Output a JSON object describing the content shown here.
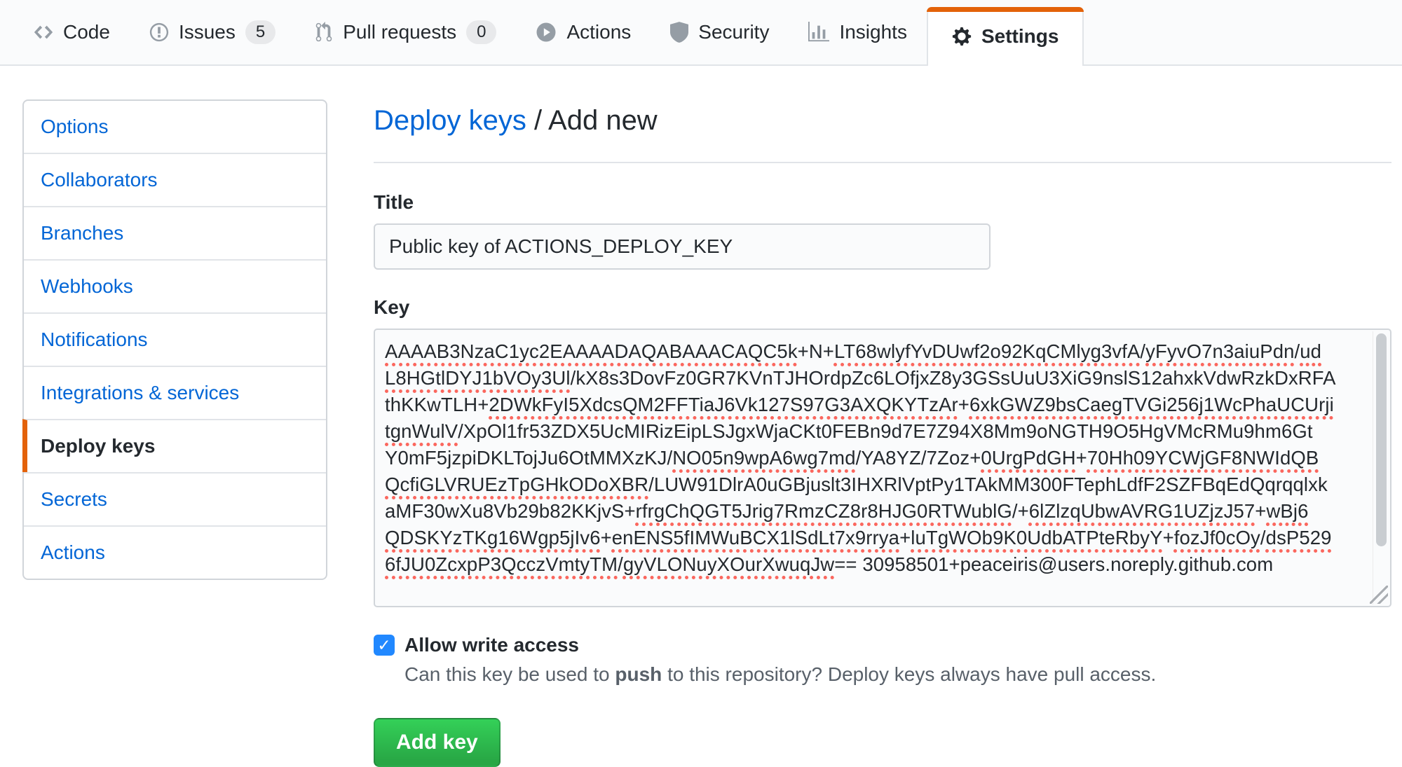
{
  "colors": {
    "accent_orange": "#e36209",
    "link_blue": "#0366d6",
    "button_green": "#28a745",
    "checkbox_blue": "#2188ff",
    "spellcheck_red": "#fb574d"
  },
  "nav": {
    "tabs": [
      {
        "label": "Code",
        "icon": "code-icon",
        "badge": null,
        "active": false
      },
      {
        "label": "Issues",
        "icon": "issue-icon",
        "badge": "5",
        "active": false
      },
      {
        "label": "Pull requests",
        "icon": "pull-request-icon",
        "badge": "0",
        "active": false
      },
      {
        "label": "Actions",
        "icon": "play-icon",
        "badge": null,
        "active": false
      },
      {
        "label": "Security",
        "icon": "shield-icon",
        "badge": null,
        "active": false
      },
      {
        "label": "Insights",
        "icon": "graph-icon",
        "badge": null,
        "active": false
      },
      {
        "label": "Settings",
        "icon": "gear-icon",
        "badge": null,
        "active": true
      }
    ]
  },
  "sidebar": {
    "items": [
      {
        "label": "Options",
        "active": false
      },
      {
        "label": "Collaborators",
        "active": false
      },
      {
        "label": "Branches",
        "active": false
      },
      {
        "label": "Webhooks",
        "active": false
      },
      {
        "label": "Notifications",
        "active": false
      },
      {
        "label": "Integrations & services",
        "active": false
      },
      {
        "label": "Deploy keys",
        "active": true
      },
      {
        "label": "Secrets",
        "active": false
      },
      {
        "label": "Actions",
        "active": false
      }
    ]
  },
  "main": {
    "breadcrumb": {
      "link": "Deploy keys",
      "separator": "/",
      "current": "Add new"
    },
    "form": {
      "title_label": "Title",
      "title_value": "Public key of ACTIONS_DEPLOY_KEY",
      "key_label": "Key",
      "key_value": "AAAAB3NzaC1yc2EAAAADAQABAAACAQC5k+N+LT68wlyfYvDUwf2o92KqCMlyg3vfA/yFyvO7n3aiuPdn/udL8HGtlDYJ1bVOy3Ul/kX8s3DovFz0GR7KVnTJHOrdpZc6LOfjxZ8y3GSsUuU3XiG9nslS12ahxkVdwRzkDxRFAthKKwTLH+2DWkFyI5XdcsQM2FFTiaJ6Vk127S97G3AXQKYTzAr+6xkGWZ9bsCaegTVGi256j1WcPhaUCUrjitgnWulV/XpOl1fr53ZDX5UcMIRizEipLSJgxWjaCKt0FEBn9d7E7Z94X8Mm9oNGTH9O5HgVMcRMu9hm6GtY0mF5jzpiDKLTojJu6OtMMXzKJ/NO05n9wpA6wg7md/YA8YZ/7Zoz+0UrgPdGH+70Hh09YCWjGF8NWIdQBQcfiGLVRUEzTpGHkODoXBR/LUW91DlrA0uGBjuslt3IHXRlVptPy1TAkMM300FTephLdfF2SZFBqEdQqrqqlxkaMF30wXu8Vb29b82KKjvS+rfrgChQGT5Jrig7RmzCZ8r8HJG0RTWublG/+6lZlzqUbwAVRG1UZjzJ57+wBj6QDSKYzTKg16Wgp5jIv6+enENS5fIMWuBCX1lSdLt7x9rrya+luTgWOb9K0UdbATPteRbyY+fozJf0cOy/dsP5296fJU0ZcxpP3QcczVmtyTM/gyVLONuyXOurXwuqJw== 30958501+peaceiris@users.noreply.github.com",
      "key_lines": [
        [
          {
            "t": "AAAAB3NzaC1yc2EAAAADAQABAAACAQC5k",
            "u": true
          },
          {
            "t": "+N+",
            "u": false
          },
          {
            "t": "LT68wlyfYvDUwf2o92KqCMlyg3vfA",
            "u": true
          },
          {
            "t": "/",
            "u": false
          },
          {
            "t": "yFyvO7n3aiuPdn",
            "u": true
          },
          {
            "t": "/",
            "u": false
          },
          {
            "t": "ud",
            "u": true
          }
        ],
        [
          {
            "t": "L8HGtlDYJ1bVOy3Ul",
            "u": true
          },
          {
            "t": "/kX8s3DovFz0GR7KVnTJHOrdpZc6LOfjxZ8y3GSsUuU3XiG9nslS12ahxkVdwRzkDxRFA",
            "u": false
          }
        ],
        [
          {
            "t": "thKKwTLH+",
            "u": false
          },
          {
            "t": "2DWkFyI5XdcsQM2FFTiaJ6Vk127S97G3AXQKYTzAr",
            "u": true
          },
          {
            "t": "+",
            "u": false
          },
          {
            "t": "6xkGWZ9bsCaegTVGi256j1WcPhaUCUrji",
            "u": true
          }
        ],
        [
          {
            "t": "tgnWulV",
            "u": true
          },
          {
            "t": "/XpOl1fr53ZDX5UcMIRizEipLSJgxWjaCKt0FEBn9d7E7Z94X8Mm9oNGTH9O5HgVMcRMu9hm6Gt",
            "u": false
          }
        ],
        [
          {
            "t": "Y0mF5jzpiDKLTojJu6OtMMXzKJ/",
            "u": false
          },
          {
            "t": "NO05n9wpA6wg7md",
            "u": true
          },
          {
            "t": "/YA8YZ/7Zoz+",
            "u": false
          },
          {
            "t": "0UrgPdGH",
            "u": true
          },
          {
            "t": "+",
            "u": false
          },
          {
            "t": "70Hh09YCWjGF8NWIdQB",
            "u": true
          }
        ],
        [
          {
            "t": "QcfiGLVRUEzTpGHkODoXBR",
            "u": true
          },
          {
            "t": "/LUW91DlrA0uGBjuslt3IHXRlVptPy1TAkMM300FTephLdfF2SZFBqEdQqrqqlxk",
            "u": false
          }
        ],
        [
          {
            "t": "aMF30wXu8Vb29b82KKjvS+",
            "u": false
          },
          {
            "t": "rfrgChQGT5Jrig7RmzCZ8r8HJG0RTWublG",
            "u": true
          },
          {
            "t": "/+",
            "u": false
          },
          {
            "t": "6lZlzqUbwAVRG1UZjzJ57",
            "u": true
          },
          {
            "t": "+",
            "u": false
          },
          {
            "t": "wBj6",
            "u": true
          }
        ],
        [
          {
            "t": "QDSKYzTKg16Wgp5jIv6",
            "u": true
          },
          {
            "t": "+",
            "u": false
          },
          {
            "t": "enENS5fIMWuBCX1lSdLt7x9rrya",
            "u": true
          },
          {
            "t": "+",
            "u": false
          },
          {
            "t": "luTgWOb9K0UdbATPteRbyY",
            "u": true
          },
          {
            "t": "+",
            "u": false
          },
          {
            "t": "fozJf0cOy",
            "u": true
          },
          {
            "t": "/",
            "u": false
          },
          {
            "t": "dsP529",
            "u": true
          }
        ],
        [
          {
            "t": "6fJU0ZcxpP3QcczVmtyTM",
            "u": true
          },
          {
            "t": "/",
            "u": false
          },
          {
            "t": "gyVLONuyXOurXwuqJw",
            "u": true
          },
          {
            "t": "== 30958501+peaceiris@users.noreply.github.com",
            "u": false
          }
        ]
      ],
      "write_access": {
        "checked": true,
        "label": "Allow write access",
        "note_prefix": "Can this key be used to ",
        "note_bold": "push",
        "note_suffix": " to this repository? Deploy keys always have pull access."
      },
      "submit_label": "Add key"
    }
  }
}
